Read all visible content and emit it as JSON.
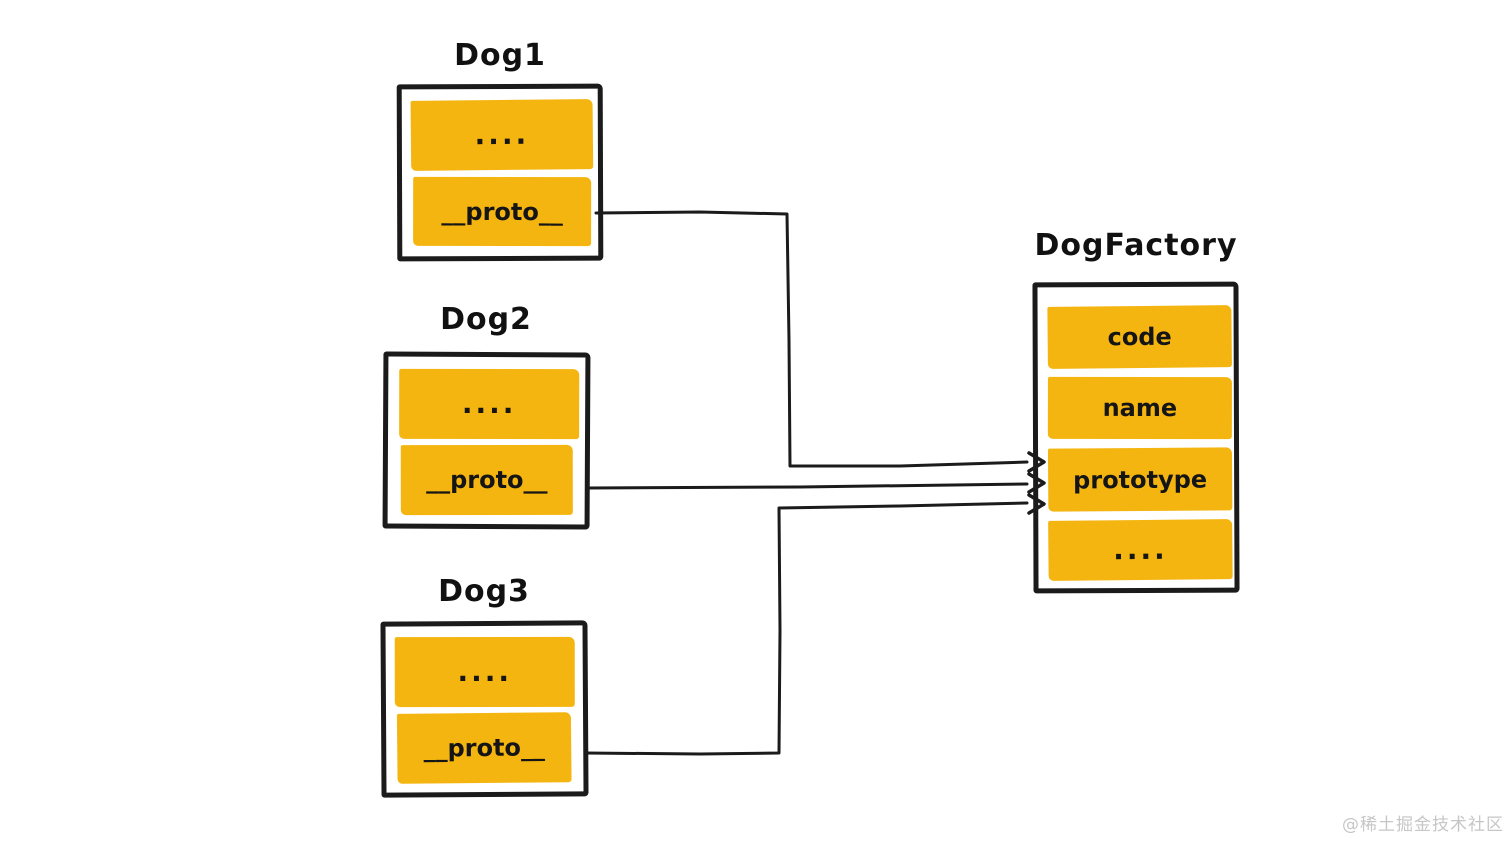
{
  "page": {
    "watermark": "@稀土掘金技术社区"
  },
  "colors": {
    "row_fill": "#f4b511",
    "stroke": "#1b1b1b",
    "text": "#151515",
    "watermark": "#c6c6c6",
    "background": "#ffffff"
  },
  "nodes": {
    "dog1": {
      "title": "Dog1",
      "rows": [
        "....",
        "__proto__"
      ]
    },
    "dog2": {
      "title": "Dog2",
      "rows": [
        "....",
        "__proto__"
      ]
    },
    "dog3": {
      "title": "Dog3",
      "rows": [
        "....",
        "__proto__"
      ]
    },
    "factory": {
      "title": "DogFactory",
      "rows": [
        "code",
        "name",
        "prototype",
        "...."
      ]
    }
  },
  "edges": [
    {
      "from": "Dog1.__proto__",
      "to": "DogFactory.prototype"
    },
    {
      "from": "Dog2.__proto__",
      "to": "DogFactory.prototype"
    },
    {
      "from": "Dog3.__proto__",
      "to": "DogFactory.prototype"
    }
  ]
}
